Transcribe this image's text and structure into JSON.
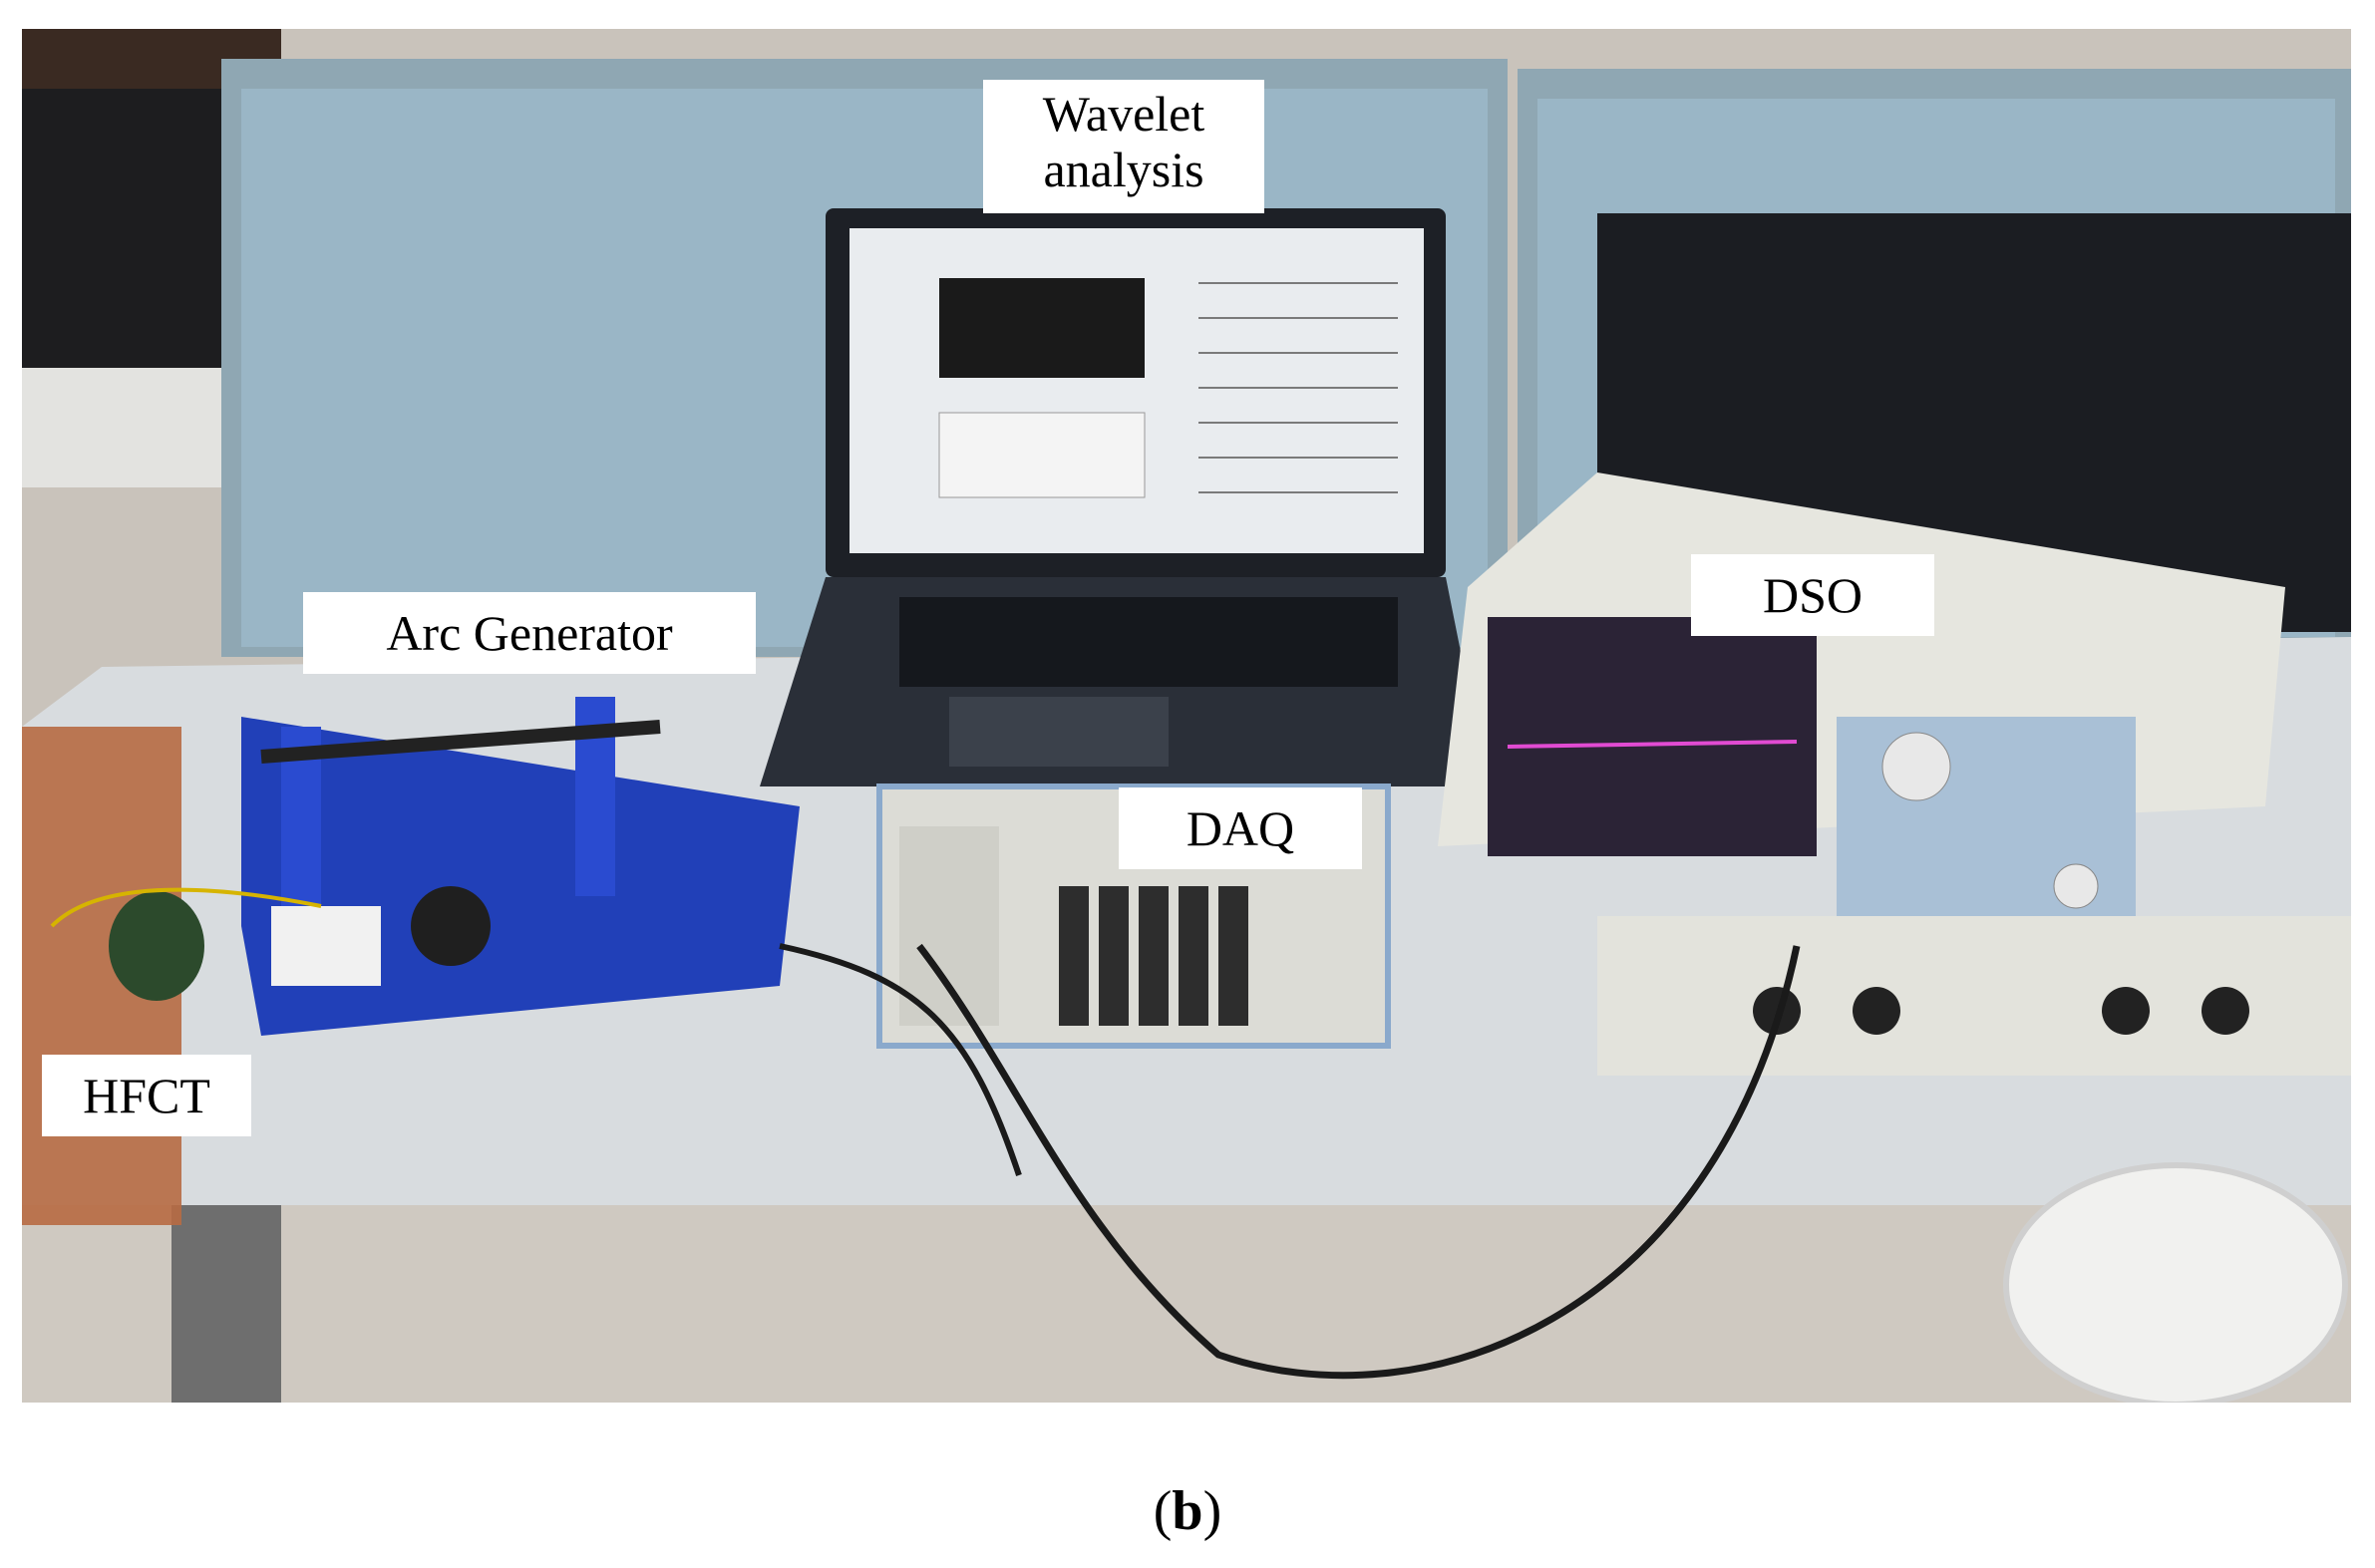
{
  "figure": {
    "callouts": {
      "wavelet": "Wavelet\nanalysis",
      "arc_generator": "Arc Generator",
      "dso": "DSO",
      "daq": "DAQ",
      "hfct": "HFCT"
    },
    "caption_letter": "b"
  },
  "photo": {
    "scene": "lab bench with laptop, oscilloscope, DAQ chassis, arc generator and HFCT sensor",
    "colors": {
      "partition": "#9ab6c6",
      "table": "#d8dcdf",
      "floor": "#c9c3bb",
      "arc_base": "#2140b8",
      "dso_body": "#e6e6df",
      "daq_body": "#dcdcd6",
      "laptop": "#2a2f38",
      "monitor": "#1b1d22"
    }
  }
}
